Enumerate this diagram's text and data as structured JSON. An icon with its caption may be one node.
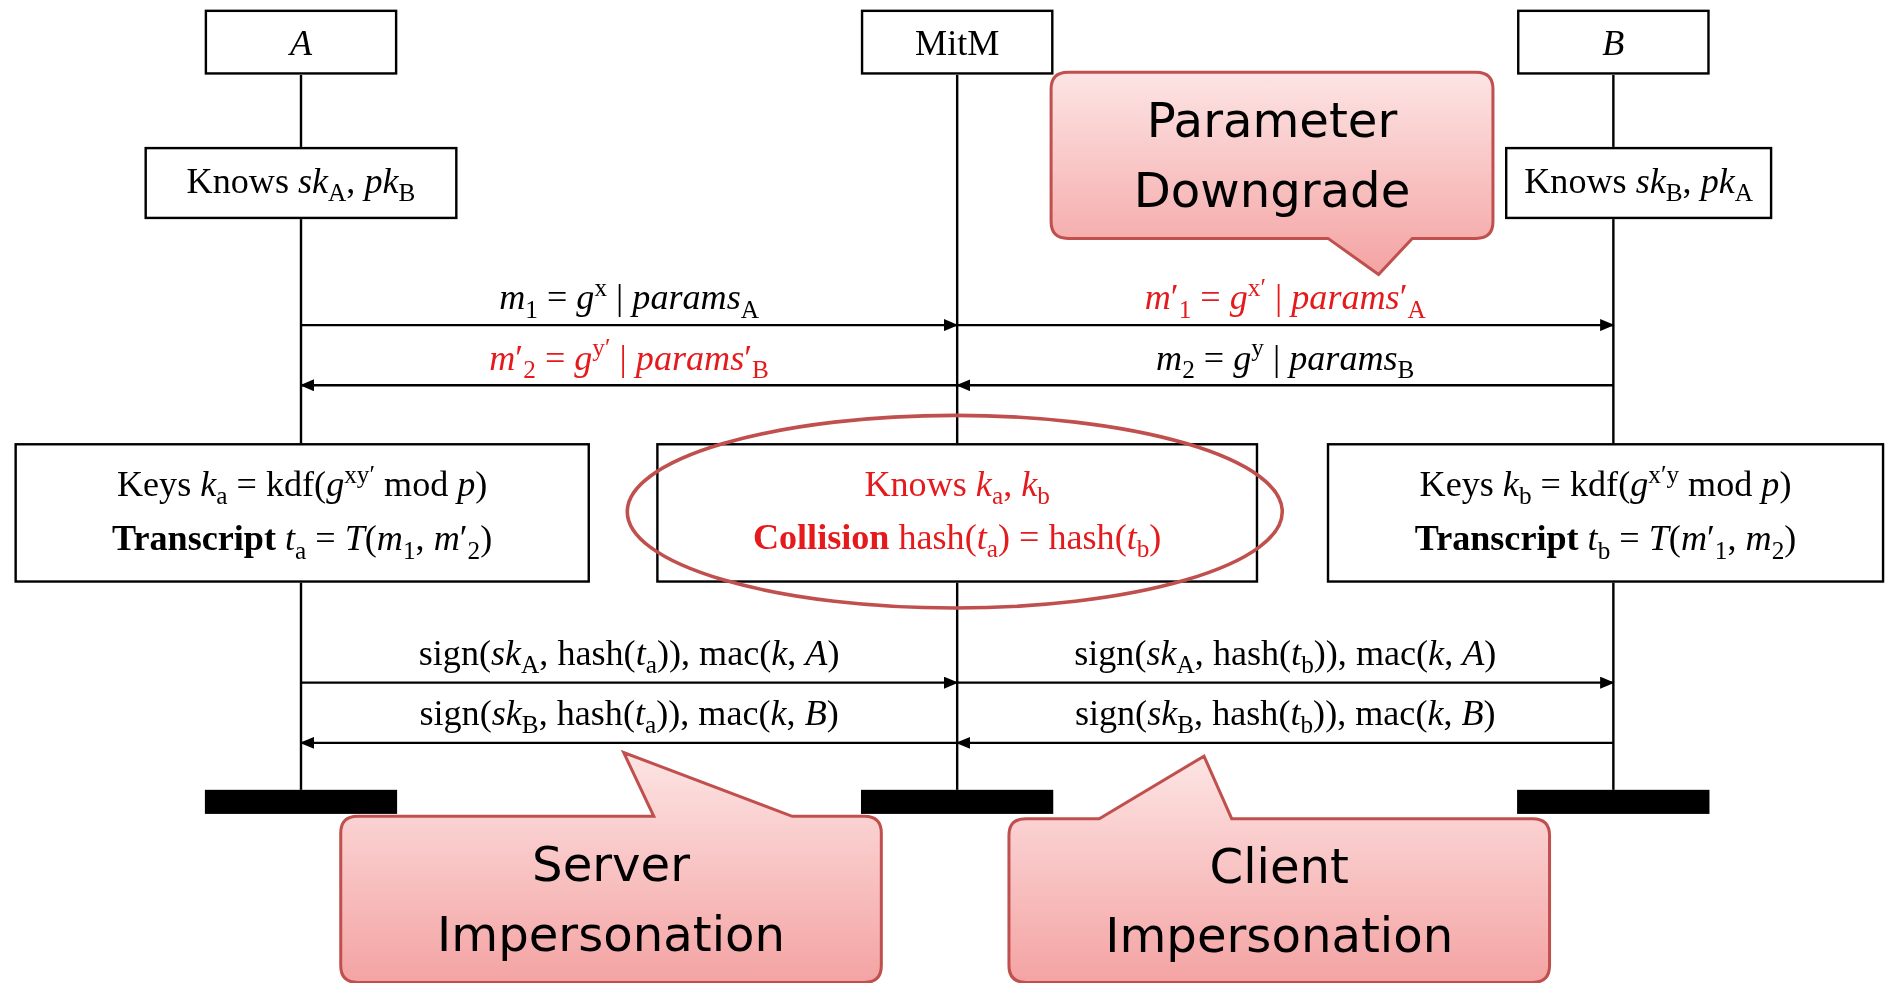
{
  "diagram": {
    "nodes": [
      {
        "text": [
          "*A*"
        ]
      },
      {
        "text": [
          "MitM"
        ]
      },
      {
        "text": [
          "*B*"
        ]
      },
      {
        "text": [
          "Knows *sk*$_{A}$, *pk*$_{B}$"
        ]
      },
      {
        "text": [
          "Knows *sk*$_{B}$, *pk*$_{A}$"
        ]
      },
      {
        "text": [
          "Keys *k*$_{a}$ = kdf(*g*$^{xy′}$ mod *p*)",
          "**Transcript** *t*$_{a}$ = *T*(*m*$_{1}$, *m*′$_{2}$)"
        ]
      },
      {
        "text": [
          "Knows *k*$_{a}$, *k*$_{b}$",
          "**Collision** hash(*t*$_{a}$) = hash(*t*$_{b}$)"
        ]
      },
      {
        "text": [
          "Keys *k*$_{b}$ = kdf(*g*$^{x′y}$ mod *p*)",
          "**Transcript** *t*$_{b}$ = *T*(*m*′$_{1}$, *m*$_{2}$)"
        ]
      },
      {
        "text": [
          "Parameter Downgrade"
        ]
      },
      {
        "text": [
          "Server Impersonation"
        ]
      },
      {
        "text": [
          "Client Impersonation"
        ]
      }
    ],
    "edges": [
      {
        "from": 0,
        "to": 1,
        "arrow": "to",
        "label": "*m*$_{1}$ = *g*$^{x}$ | *params*$_{A}$"
      },
      {
        "from": 1,
        "to": 2,
        "arrow": "to",
        "label": "*m*′$_{1}$ = *g*$^{x′}$ | *params*′$_{A}$"
      },
      {
        "from": 1,
        "to": 0,
        "arrow": "to",
        "label": "*m*′$_{2}$ = *g*$^{y′}$ | *params*′$_{B}$"
      },
      {
        "from": 2,
        "to": 1,
        "arrow": "to",
        "label": "*m*$_{2}$ = *g*$^{y}$ | *params*$_{B}$"
      },
      {
        "from": 0,
        "to": 1,
        "arrow": "to",
        "label": "sign(*sk*$_{A}$, hash(*t*$_{a}$)), mac(*k*, *A*)"
      },
      {
        "from": 1,
        "to": 2,
        "arrow": "to",
        "label": "sign(*sk*$_{A}$, hash(*t*$_{b}$)), mac(*k*, *A*)"
      },
      {
        "from": 1,
        "to": 0,
        "arrow": "to",
        "label": "sign(*sk*$_{B}$, hash(*t*$_{a}$)), mac(*k*, *B*)"
      },
      {
        "from": 2,
        "to": 1,
        "arrow": "to",
        "label": "sign(*sk*$_{B}$, hash(*t*$_{b}$)), mac(*k*, *B*)"
      }
    ]
  }
}
